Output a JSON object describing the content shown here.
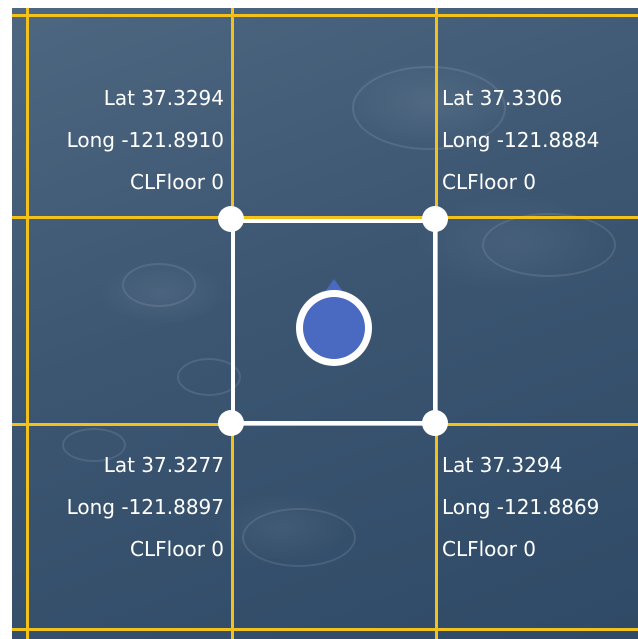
{
  "colors": {
    "grid_line": "#f2c21a",
    "square": "#ffffff",
    "location_dot": "#4a6ac2",
    "text": "#ffffff"
  },
  "icons": {
    "location": "user-location-icon",
    "heading": "heading-arrow-icon"
  },
  "cells": {
    "top_left": {
      "lat": "Lat 37.3294",
      "long": "Long -121.8910",
      "floor": "CLFloor 0"
    },
    "top_right": {
      "lat": "Lat 37.3306",
      "long": "Long -121.8884",
      "floor": "CLFloor 0"
    },
    "bottom_left": {
      "lat": "Lat 37.3277",
      "long": "Long -121.8897",
      "floor": "CLFloor 0"
    },
    "bottom_right": {
      "lat": "Lat 37.3294",
      "long": "Long -121.8869",
      "floor": "CLFloor 0"
    }
  }
}
